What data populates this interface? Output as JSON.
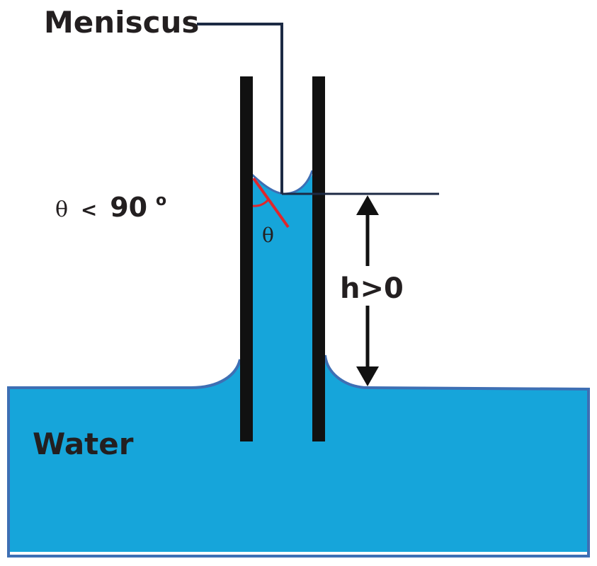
{
  "labels": {
    "meniscus": "Meniscus",
    "angle_condition_symbol": "θ",
    "angle_condition_relation": "<",
    "angle_condition_value": "90",
    "angle_condition_unit": "o",
    "theta": "θ",
    "height": "h>0",
    "water": "Water"
  },
  "colors": {
    "water": "#16a5da",
    "water_edge": "#3e6fb4",
    "tube": "#111111",
    "leader": "#1c2a44",
    "contact_angle": "#e0262b",
    "text": "#231f20"
  }
}
